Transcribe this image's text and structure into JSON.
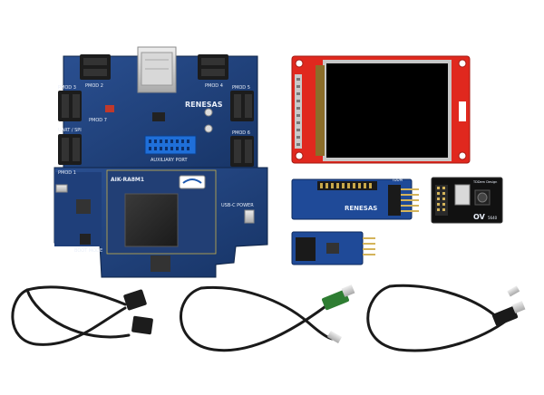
{
  "board": {
    "model": "AIK-RA8M1",
    "brand": "RENESAS",
    "labels": {
      "pmod2": "PMOD 2",
      "pmod4": "PMOD 4",
      "pmod3": "PMOD 3",
      "pmod5": "PMOD 5",
      "pmod6": "PMOD 6",
      "pmod7": "PMOD 7",
      "pmod1": "PMOD 1",
      "uart_spi": "UART / SPI",
      "aux_port": "AUXILIARY PORT",
      "usbc_power": "USB-C POWER",
      "boot_mode": "BOOT MODE"
    }
  },
  "modules": {
    "adapter_brand": "RENESAS",
    "adapter_top_label": "TDDM",
    "camera_brand": "OV",
    "camera_model": "5640",
    "camera_label": "TDDem Design"
  },
  "colors": {
    "pcb_blue": "#1f3f7a",
    "lcd_red": "#e0281e",
    "lcd_screen": "#000000",
    "cable": "#1a1a1a",
    "usb_metal": "#c9c9c9"
  }
}
